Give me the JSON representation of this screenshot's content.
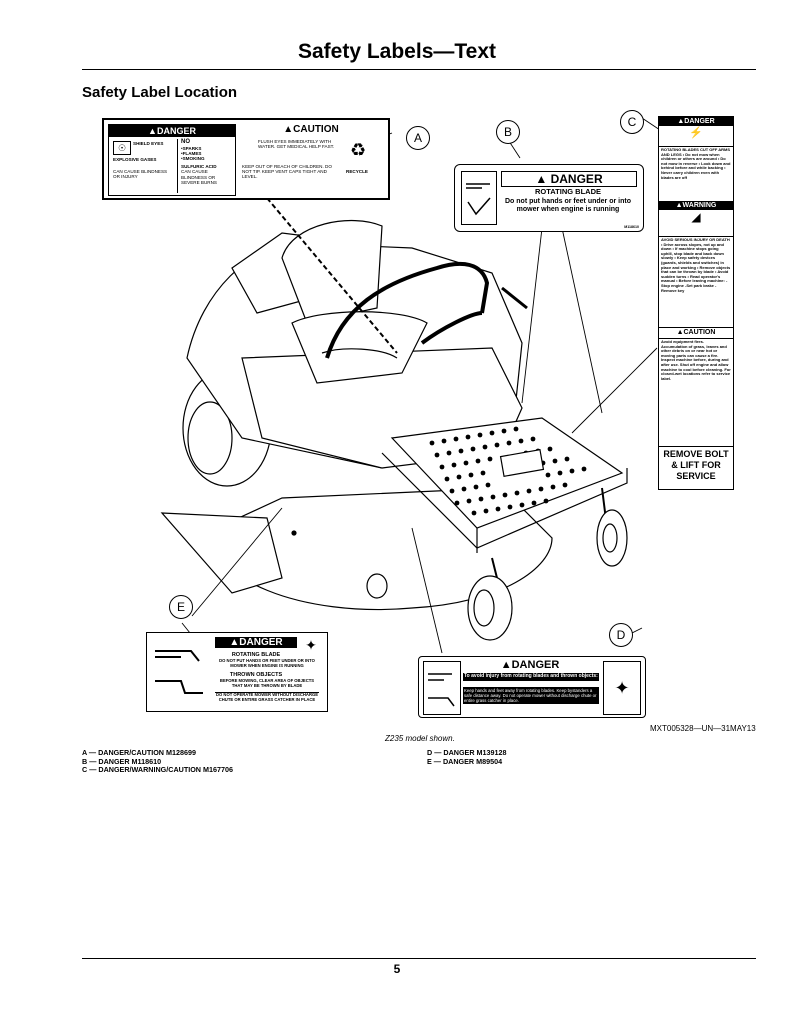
{
  "header": {
    "title": "Safety Labels—Text"
  },
  "section": {
    "heading": "Safety Label Location"
  },
  "callouts": {
    "a": "A",
    "b": "B",
    "c": "C",
    "d": "D",
    "e": "E"
  },
  "label_a": {
    "danger_word": "▲DANGER",
    "caution_word": "▲CAUTION",
    "shield": "SHIELD EYES",
    "explosive": "EXPLOSIVE GASES",
    "blindness": "CAN CAUSE BLINDNESS OR INJURY",
    "no": "NO",
    "sparks": "•SPARKS",
    "flames": "•FLAMES",
    "smoking": "•SMOKING",
    "sulfuric": "SULFURIC ACID",
    "acid_harm": "CAN CAUSE BLINDNESS OR SEVERE BURNS",
    "flush": "FLUSH EYES IMMEDIATELY WITH WATER. GET MEDICAL HELP FAST.",
    "keep_out": "KEEP OUT OF REACH OF CHILDREN. DO NOT TIP. KEEP VENT CAPS TIGHT AND LEVEL.",
    "recycle": "RECYCLE"
  },
  "label_b": {
    "signal": "▲ DANGER",
    "line1": "ROTATING BLADE",
    "line2": "Do not put hands or feet under or into mower when engine is running",
    "part": "M118610"
  },
  "label_c": {
    "danger": "▲DANGER",
    "danger_text": "ROTATING BLADES CUT OFF ARMS AND LEGS • Do not mow when children or others are around • Do not mow in reverse • Look down and behind before and while backing • Never carry children even with blades are off",
    "warning": "▲WARNING",
    "warning_text": "AVOID SERIOUS INJURY OR DEATH • Drive across slopes, not up and down • If machine stops going uphill, stop blade and back down slowly • Keep safety devices (guards, shields and switches) in place and working • Remove objects that can be thrown by blade • Avoid sudden turns • Read operator's manual • Before leaving machine: -Stop engine -Set park brake -Remove key",
    "caution": "▲CAUTION",
    "caution_text": "Avoid equipment fires. Accumulation of grass, leaves and other debris on or near hot or moving parts can cause a fire. Inspect machine before, during and after use. Shut off engine and allow machine to cool before cleaning. For closed-wet locations refer to service label.",
    "bolt": "REMOVE BOLT & LIFT FOR SERVICE"
  },
  "label_d": {
    "signal": "▲DANGER",
    "line1": "To avoid injury from rotating blades and thrown objects:",
    "line2": "Keep hands and feet away from rotating blades. Keep bystanders a safe distance away. Do not operate mower without discharge chute or entire grass catcher in place."
  },
  "label_e": {
    "signal": "▲DANGER",
    "line1": "ROTATING BLADE",
    "line2": "DO NOT PUT HANDS OR FEET UNDER OR INTO MOWER WHEN ENGINE IS RUNNING",
    "line3": "THROWN OBJECTS",
    "line4": "BEFORE MOWING, CLEAR AREA OF OBJECTS THAT MAY BE THROWN BY BLADE",
    "line5": "DO NOT OPERATE MOWER WITHOUT DISCHARGE CHUTE OR ENTIRE GRASS CATCHER IN PLACE"
  },
  "figure": {
    "id": "MXT005328—UN—31MAY13",
    "caption": "Z235 model shown."
  },
  "legend": {
    "a": "A — DANGER/CAUTION M128699",
    "b": "B — DANGER M118610",
    "c": "C — DANGER/WARNING/CAUTION M167706",
    "d": "D — DANGER M139128",
    "e": "E — DANGER M89504"
  },
  "footer": {
    "page": "5"
  }
}
